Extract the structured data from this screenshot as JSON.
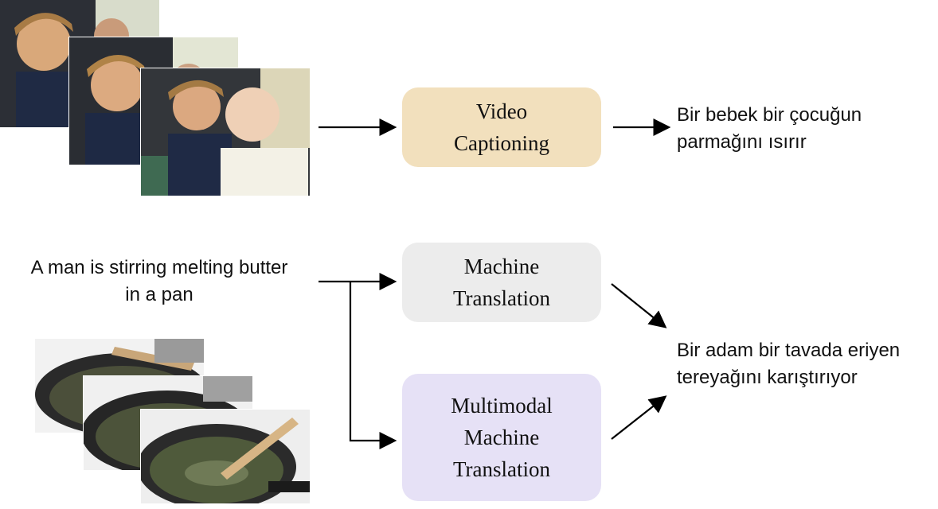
{
  "colors": {
    "video_captioning_fill": "#f2e0bd",
    "machine_translation_fill": "#ececec",
    "multimodal_translation_fill": "#e6e1f6",
    "arrow": "#000000",
    "text": "#111111"
  },
  "video_captioning": {
    "image_description_icon": "children-video-frames-icon",
    "box_lines": [
      "Video",
      "Captioning"
    ],
    "output_lines": [
      "Bir bebek bir çocuğun",
      "parmağını ısırır"
    ]
  },
  "translation": {
    "source_lines": [
      "A man is stirring melting butter",
      "in a pan"
    ],
    "image_icon": "butter-pan-video-frames-icon",
    "mt_box_lines": [
      "Machine",
      "Translation"
    ],
    "mmt_box_lines": [
      "Multimodal",
      "Machine",
      "Translation"
    ],
    "output_lines": [
      "Bir adam bir tavada eriyen",
      "tereyağını karıştırıyor"
    ]
  }
}
